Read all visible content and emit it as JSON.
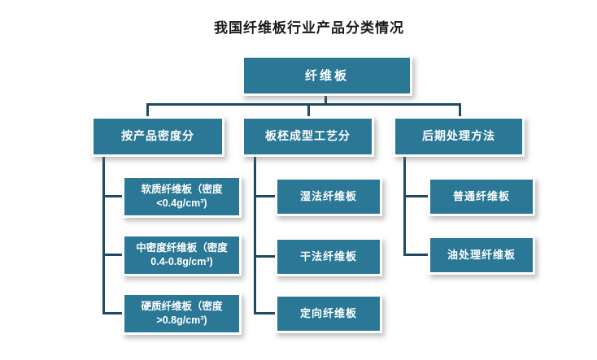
{
  "title": "我国纤维板行业产品分类情况",
  "colors": {
    "node_fill": "#2b7896",
    "node_border": "#ffffff",
    "node_text": "#ffffff",
    "connector": "#1f4a61",
    "background": "#ffffff",
    "title_text": "#1a1a1a"
  },
  "root": {
    "label": "纤维板"
  },
  "branches": [
    {
      "label": "按产品密度分",
      "leaves": [
        {
          "line1": "软质纤维板（密度",
          "line2": "<0.4g/cm³)"
        },
        {
          "line1": "中密度纤维板（密度",
          "line2": "0.4-0.8g/cm³)"
        },
        {
          "line1": "硬质纤维板（密度",
          "line2": ">0.8g/cm³)"
        }
      ]
    },
    {
      "label": "板柸成型工艺分",
      "leaves": [
        {
          "line1": "湿法纤维板"
        },
        {
          "line1": "干法纤维板"
        },
        {
          "line1": "定向纤维板"
        }
      ]
    },
    {
      "label": "后期处理方法",
      "leaves": [
        {
          "line1": "普通纤维板"
        },
        {
          "line1": "油处理纤维板"
        }
      ]
    }
  ]
}
